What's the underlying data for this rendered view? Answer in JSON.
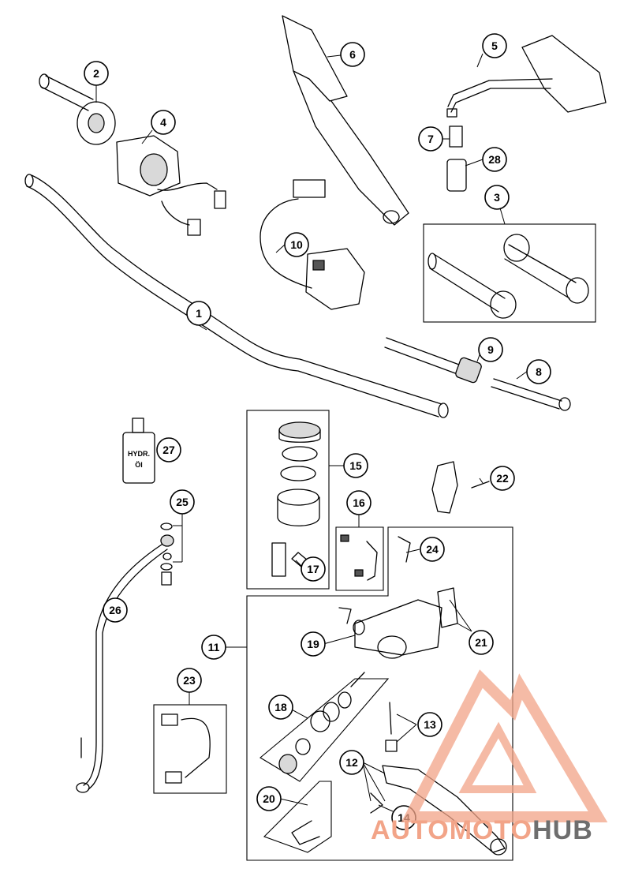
{
  "callouts": {
    "c1": "1",
    "c2": "2",
    "c3": "3",
    "c4": "4",
    "c5": "5",
    "c6": "6",
    "c7": "7",
    "c8": "8",
    "c9": "9",
    "c10": "10",
    "c11": "11",
    "c12": "12",
    "c13": "13",
    "c14": "14",
    "c15": "15",
    "c16": "16",
    "c17": "17",
    "c18": "18",
    "c19": "19",
    "c20": "20",
    "c21": "21",
    "c22": "22",
    "c23": "23",
    "c24": "24",
    "c25": "25",
    "c26": "26",
    "c27": "27",
    "c28": "28"
  },
  "bottle_label": {
    "line1": "HYDR.",
    "line2": "Öl"
  },
  "watermark": {
    "text_auto": "AUTO",
    "text_moto": "MOTO",
    "text_hub": "HUB",
    "color_primary": "#f2a488",
    "color_secondary": "#6e6e6e"
  }
}
